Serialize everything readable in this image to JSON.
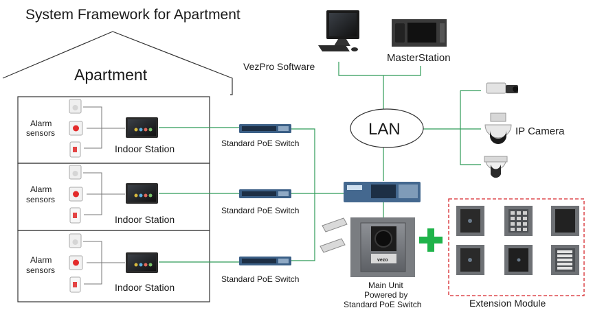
{
  "title": "System Framework for Apartment",
  "house_label": "Apartment",
  "alarm_label_line1": "Alarm",
  "alarm_label_line2": "sensors",
  "indoor_label": "Indoor Station",
  "switch_label": "Standard PoE Switch",
  "vezpro_label": "VezPro Software",
  "master_label": "MasterStation",
  "lan_label": "LAN",
  "ipcam_label": "IP Camera",
  "main_unit_line1": "Main Unit",
  "main_unit_line2": "Powered by",
  "main_unit_line3": "Standard PoE Switch",
  "extension_label": "Extension Module",
  "panel_brand": "vezo",
  "colors": {
    "link": "#2e9b57",
    "plus": "#1fb34a",
    "dash": "#d6252b",
    "lan_fill": "#ffffff"
  }
}
